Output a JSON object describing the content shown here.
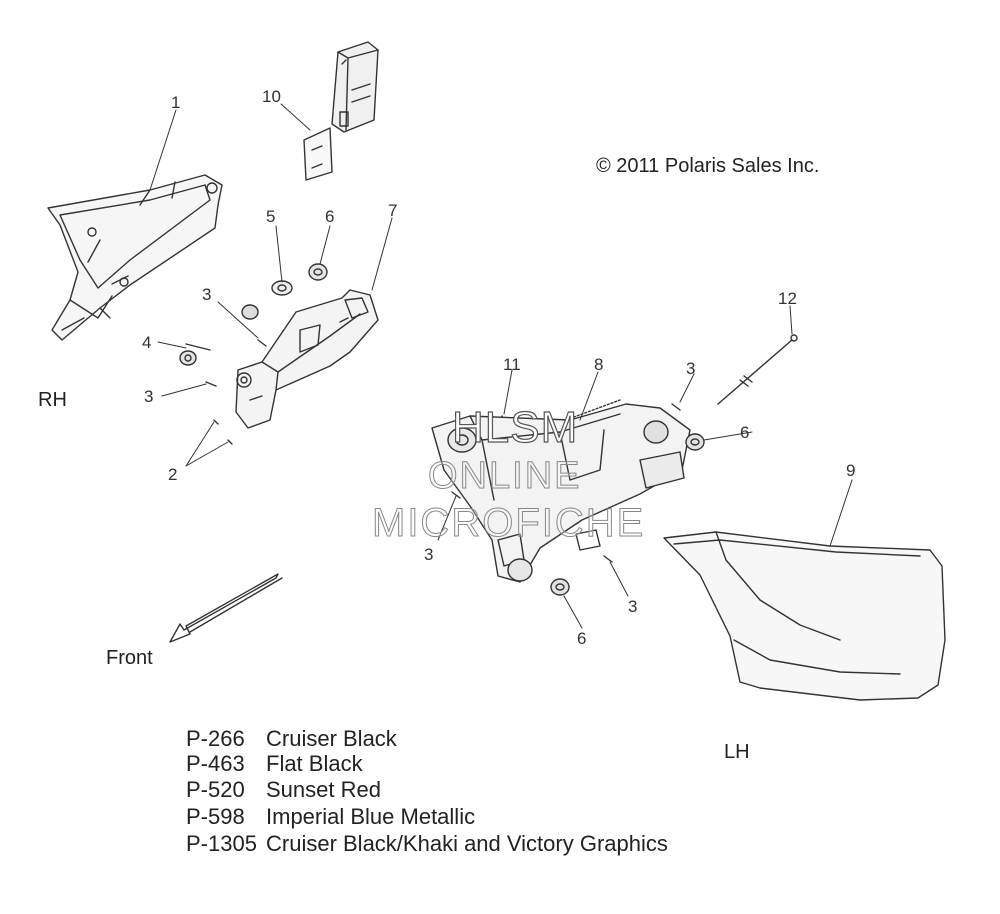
{
  "copyright": "© 2011 Polaris Sales Inc.",
  "side_labels": {
    "right": "RH",
    "left": "LH"
  },
  "direction_label": "Front",
  "watermark": [
    "HLSM",
    "ONLINE",
    "MICROFICHE"
  ],
  "callouts": [
    "1",
    "10",
    "5",
    "6",
    "7",
    "3",
    "4",
    "3",
    "2",
    "12",
    "11",
    "8",
    "3",
    "6",
    "9",
    "3",
    "3",
    "6"
  ],
  "paint_codes": [
    {
      "code": "P-266",
      "name": "Cruiser Black"
    },
    {
      "code": "P-463",
      "name": "Flat Black"
    },
    {
      "code": "P-520",
      "name": "Sunset Red"
    },
    {
      "code": "P-598",
      "name": "Imperial Blue Metallic"
    },
    {
      "code": "P-1305",
      "name": "Cruiser Black/Khaki and Victory Graphics"
    }
  ]
}
